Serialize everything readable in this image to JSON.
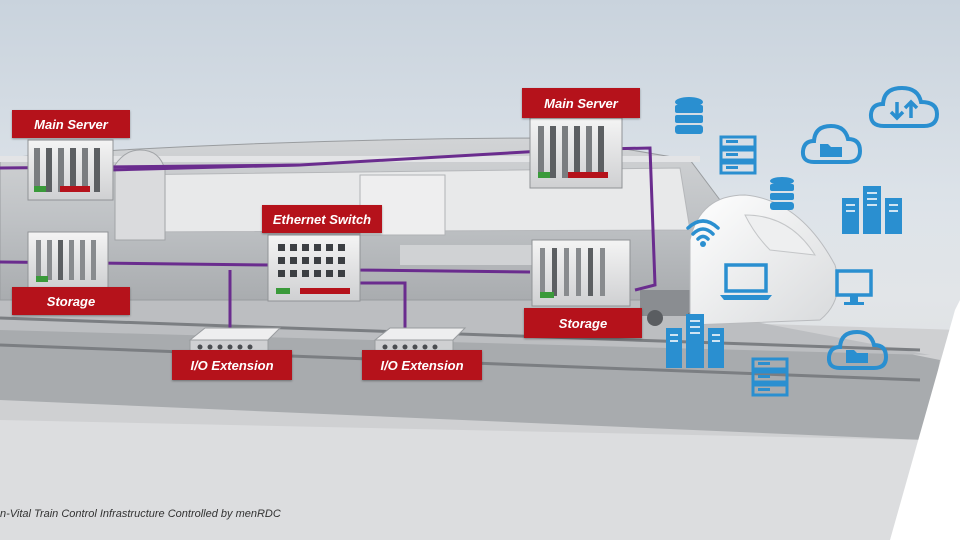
{
  "labels": {
    "main_server_left": "Main Server",
    "main_server_right": "Main Server",
    "ethernet_switch": "Ethernet Switch",
    "storage_left": "Storage",
    "storage_right": "Storage",
    "io_extension_1": "I/O Extension",
    "io_extension_2": "I/O Extension"
  },
  "caption": "n-Vital Train Control Infrastructure Controlled by menRDC",
  "colors": {
    "label_red": "#b5121b",
    "network_purple": "#6a2c8e",
    "icon_blue": "#2a8fd0"
  },
  "icons": [
    "database-icon",
    "cloud-sync-icon",
    "server-rack-icon",
    "cloud-folder-icon",
    "database-icon",
    "server-tower-icon",
    "wifi-icon",
    "laptop-icon",
    "monitor-icon",
    "server-tower-icon",
    "cloud-folder-icon",
    "server-rack-icon"
  ]
}
